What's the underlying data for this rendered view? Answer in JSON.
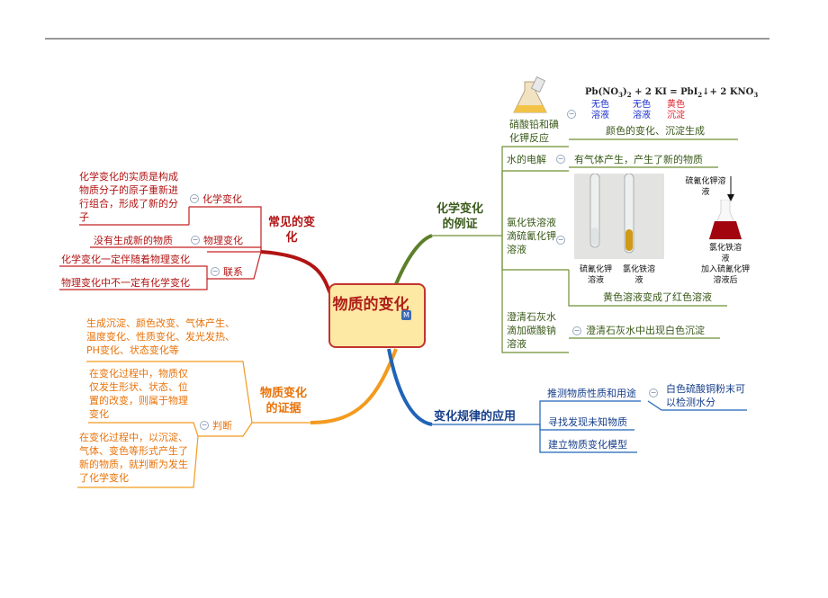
{
  "center": {
    "title": "物质的变化",
    "icon": "M"
  },
  "branches": {
    "common": {
      "title": "常见的变化",
      "items": [
        {
          "label": "化学变化",
          "detail": "化学变化的实质是构成物质分子的原子重新进行组合，形成了新的分子"
        },
        {
          "label": "物理变化",
          "detail": "没有生成新的物质"
        },
        {
          "label": "联系",
          "details": [
            "化学变化一定伴随着物理变化",
            "物理变化中不一定有化学变化"
          ]
        }
      ]
    },
    "evidence": {
      "title": "物质变化的证据",
      "top_text": "生成沉淀、颜色改变、气体产生、温度变化、性质变化、发光发热、PH变化、状态变化等",
      "judge_label": "判断",
      "judge_details": [
        "在变化过程中，物质仅仅发生形状、状态、位置的改变，则属于物理变化",
        "在变化过程中，以沉淀、气体、变色等形式产生了新的物质，就判断为发生了化学变化"
      ]
    },
    "examples": {
      "title": "化学变化的例证",
      "items": [
        {
          "label": "硝酸铅和碘化钾反应",
          "detail": "颜色的变化、沉淀生成",
          "equation": {
            "lhs1": "Pb(NO",
            "lhs1_sub": "3",
            "lhs1_close": ")",
            "lhs1_sub2": "2",
            "plus1": " + 2 KI  =  PbI",
            "rhs_sub": "2",
            "arrow": "↓+ 2 KNO",
            "rhs_sub2": "3",
            "labels": [
              {
                "top": "无色",
                "bottom": "溶液"
              },
              {
                "top": "无色",
                "bottom": "溶液"
              },
              {
                "top": "黄色",
                "bottom": "沉淀"
              }
            ]
          }
        },
        {
          "label": "水的电解",
          "detail": "有气体产生，产生了新的物质"
        },
        {
          "label": "氯化铁溶液滴硫氰化钾溶液",
          "detail": "黄色溶液变成了红色溶液",
          "photo_labels": {
            "tube1": "硫氰化钾溶液",
            "tube2": "氯化铁溶液",
            "top_right": "硫氰化钾溶液",
            "flask": "氯化铁溶液",
            "flask2": "加入硫氰化钾溶液后"
          }
        },
        {
          "label": "澄清石灰水滴加碳酸钠溶液",
          "detail": "澄清石灰水中出现白色沉淀"
        }
      ]
    },
    "application": {
      "title": "变化规律的应用",
      "items": [
        {
          "label": "推测物质性质和用途",
          "detail": "白色硫酸铜粉末可以检测水分"
        },
        {
          "label": "寻找发现未知物质"
        },
        {
          "label": "建立物质变化模型"
        }
      ]
    }
  },
  "colors": {
    "red": "#b11414",
    "orange": "#f39a1e",
    "green": "#5d7f2a",
    "blue": "#1f64b8",
    "center_fill": "#fde9a4",
    "center_border": "#c3342e"
  }
}
